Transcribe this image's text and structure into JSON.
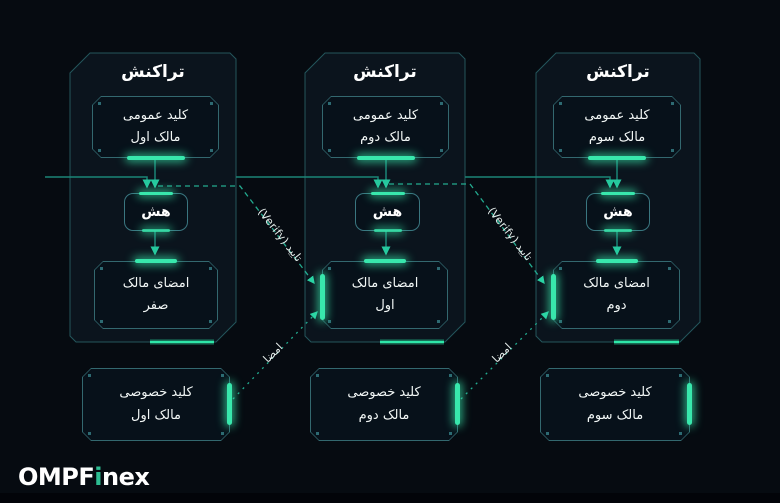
{
  "colors": {
    "background": "#060b11",
    "frame_fill": "#0b141d",
    "frame_border": "#24565c",
    "box_border": "#33686f",
    "wire": "#1b8577",
    "wire_dashed": "#23ab90",
    "glow_accent": "#38e7ac",
    "logo_green": "#2dbd92"
  },
  "transactions": [
    {
      "title": "تراکنش",
      "public_key": {
        "line1": "کلید عمومی",
        "line2": "مالک اول"
      },
      "hash_label": "هش",
      "signature": {
        "line1": "امضای مالک",
        "line2": "صفر"
      }
    },
    {
      "title": "تراکنش",
      "public_key": {
        "line1": "کلید عمومی",
        "line2": "مالک دوم"
      },
      "hash_label": "هش",
      "signature": {
        "line1": "امضای مالک",
        "line2": "اول"
      }
    },
    {
      "title": "تراکنش",
      "public_key": {
        "line1": "کلید عمومی",
        "line2": "مالک سوم"
      },
      "hash_label": "هش",
      "signature": {
        "line1": "امضای مالک",
        "line2": "دوم"
      }
    }
  ],
  "private_keys": [
    {
      "line1": "کلید خصوصی",
      "line2": "مالک اول"
    },
    {
      "line1": "کلید خصوصی",
      "line2": "مالک دوم"
    },
    {
      "line1": "کلید خصوصی",
      "line2": "مالک سوم"
    }
  ],
  "edge_labels": {
    "verify": "تایید (Verify)",
    "sign": "امضا"
  },
  "logo": {
    "part1": "OMPF",
    "part2": "i",
    "part3": "nex"
  }
}
